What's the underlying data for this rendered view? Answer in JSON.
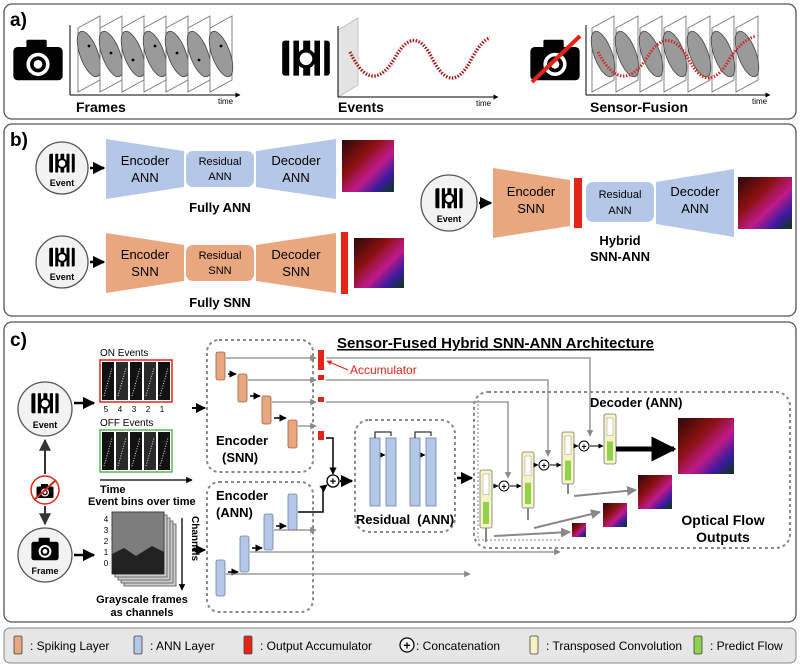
{
  "panel_a": {
    "label": "a)",
    "frames_label": "Frames",
    "events_label": "Events",
    "fusion_label": "Sensor-Fusion",
    "time_label": "time"
  },
  "panel_b": {
    "label": "b)",
    "event_label": "Event",
    "fully_ann": {
      "encoder": [
        "Encoder",
        "ANN"
      ],
      "residual": [
        "Residual",
        "ANN"
      ],
      "decoder": [
        "Decoder",
        "ANN"
      ],
      "caption": "Fully ANN"
    },
    "fully_snn": {
      "encoder": [
        "Encoder",
        "SNN"
      ],
      "residual": [
        "Residual",
        "SNN"
      ],
      "decoder": [
        "Decoder",
        "SNN"
      ],
      "caption": "Fully SNN"
    },
    "hybrid": {
      "encoder": [
        "Encoder",
        "SNN"
      ],
      "residual": [
        "Residual",
        "ANN"
      ],
      "decoder": [
        "Decoder",
        "ANN"
      ],
      "caption": [
        "Hybrid",
        "SNN-ANN"
      ]
    }
  },
  "panel_c": {
    "label": "c)",
    "title": "Sensor-Fused Hybrid SNN-ANN Architecture",
    "event_label": "Event",
    "frame_label": "Frame",
    "on_events": "ON Events",
    "off_events": "OFF Events",
    "bin_numbers": [
      "5",
      "4",
      "3",
      "2",
      "1"
    ],
    "time_label": "Time",
    "event_bins_label": "Event bins over time",
    "channels_label": "Channels",
    "channel_numbers": [
      "4",
      "3",
      "2",
      "1",
      "0"
    ],
    "grayscale_label": [
      "Grayscale frames",
      "as channels"
    ],
    "accumulator_label": "Accumulator",
    "encoder_snn": [
      "Encoder",
      "(SNN)"
    ],
    "encoder_ann": [
      "Encoder",
      "(ANN)"
    ],
    "residual_label": "Residual  (ANN)",
    "decoder_label": "Decoder (ANN)",
    "outputs_label": [
      "Optical Flow",
      "Outputs"
    ]
  },
  "legend": {
    "items": [
      {
        "label": "Spiking Layer",
        "color": "#e8a77f"
      },
      {
        "label": "ANN Layer",
        "color": "#b4c7e7"
      },
      {
        "label": "Output Accumulator",
        "color": "#e32416"
      },
      {
        "label": "Concatenation",
        "color": "#000000"
      },
      {
        "label": "Transposed Convolution",
        "color": "#f7f3c2"
      },
      {
        "label": "Predict Flow",
        "color": "#92d050"
      }
    ]
  },
  "colors": {
    "snn": "#e8a77f",
    "ann": "#b4c7e7",
    "accumulator": "#e32416",
    "transposed": "#f7f3c2",
    "predict": "#92d050",
    "panel_border": "#555555"
  }
}
